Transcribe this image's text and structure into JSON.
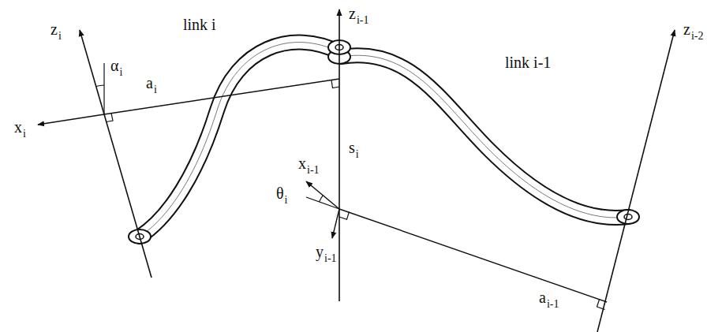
{
  "diagram": {
    "labels": [
      "zi",
      "αi",
      "ai",
      "xi",
      "link i",
      "zi-1",
      "si",
      "link i-1",
      "zi-2",
      "xi-1",
      "θi",
      "yi-1",
      "ai-1"
    ]
  }
}
